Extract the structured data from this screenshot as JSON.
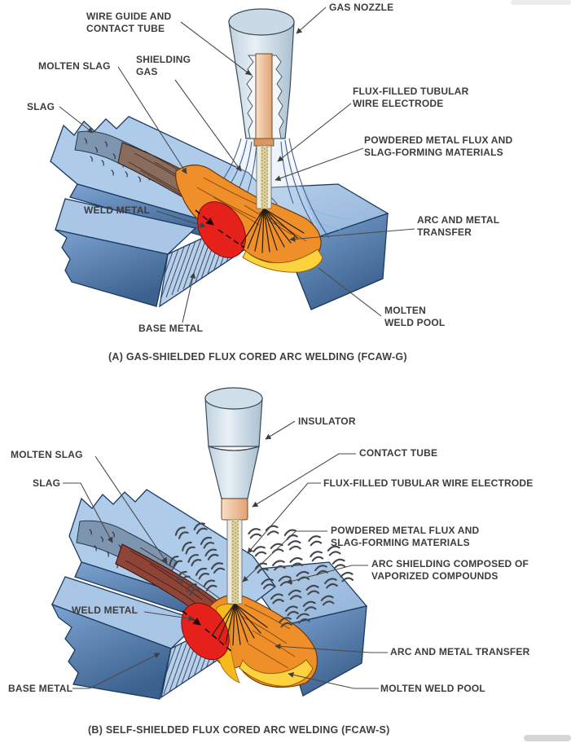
{
  "figure": {
    "panel_a": {
      "caption": "(A) GAS-SHIELDED FLUX CORED ARC WELDING (FCAW-G)",
      "labels": {
        "wire_guide_and_contact_tube": "WIRE GUIDE AND CONTACT TUBE",
        "gas_nozzle": "GAS NOZZLE",
        "molten_slag": "MOLTEN SLAG",
        "shielding_gas": "SHIELDING GAS",
        "slag": "SLAG",
        "flux_filled_tubular_wire_electrode": "FLUX-FILLED TUBULAR WIRE ELECTRODE",
        "powdered_metal_flux": "POWDERED METAL FLUX AND SLAG-FORMING MATERIALS",
        "weld_metal": "WELD METAL",
        "arc_and_metal_transfer": "ARC AND METAL TRANSFER",
        "molten_weld_pool": "MOLTEN WELD POOL",
        "base_metal": "BASE METAL"
      }
    },
    "panel_b": {
      "caption": "(B) SELF-SHIELDED FLUX CORED ARC WELDING (FCAW-S)",
      "labels": {
        "insulator": "INSULATOR",
        "contact_tube": "CONTACT TUBE",
        "molten_slag": "MOLTEN SLAG",
        "slag": "SLAG",
        "flux_filled_tubular_wire_electrode": "FLUX-FILLED TUBULAR WIRE ELECTRODE",
        "powdered_metal_flux": "POWDERED METAL FLUX AND SLAG-FORMING MATERIALS",
        "arc_shielding": "ARC SHIELDING COMPOSED OF VAPORIZED COMPOUNDS",
        "weld_metal": "WELD METAL",
        "arc_and_metal_transfer": "ARC AND METAL TRANSFER",
        "molten_weld_pool": "MOLTEN WELD POOL",
        "base_metal": "BASE METAL"
      }
    }
  },
  "colors": {
    "base_metal_blue_top": "#9dbade",
    "base_metal_blue_front": "#4f77ab",
    "nozzle_gray_blue": "#d6e3ec",
    "contact_tube_peach": "#f0c49c",
    "molten_slag_orange": "#ef8f2a",
    "weld_metal_red": "#e6201a",
    "weld_pool_yellow": "#fed23e",
    "solidified_slag_brown": "#8a6c5c",
    "slag_gray_blue": "#7d95ae",
    "label_text": "#3c3c3c"
  }
}
